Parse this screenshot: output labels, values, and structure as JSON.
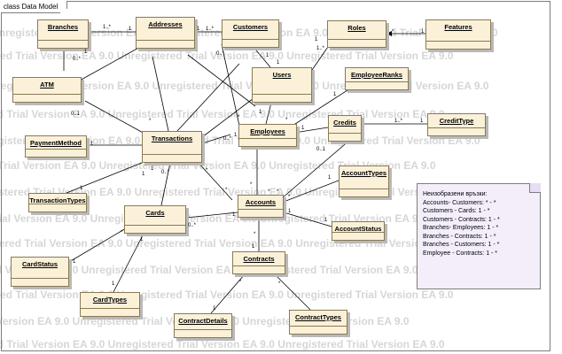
{
  "frame_title": "class Data Model",
  "watermark_text": "Unregistered Trial Version    EA 9.0 Unregistered Trial Version    EA 9.0 Unregistered Trial Version    EA 9.0",
  "classes": [
    {
      "id": "branches",
      "label": "Branches"
    },
    {
      "id": "addresses",
      "label": "Addresses"
    },
    {
      "id": "customers",
      "label": "Customers"
    },
    {
      "id": "roles",
      "label": "Roles"
    },
    {
      "id": "features",
      "label": "Features"
    },
    {
      "id": "atm",
      "label": "ATM"
    },
    {
      "id": "users",
      "label": "Users"
    },
    {
      "id": "employeeranks",
      "label": "EmployeeRanks"
    },
    {
      "id": "paymentmethod",
      "label": "PaymentMethod"
    },
    {
      "id": "transactions",
      "label": "Transactions"
    },
    {
      "id": "employees",
      "label": "Employees"
    },
    {
      "id": "credits",
      "label": "Credits"
    },
    {
      "id": "credittype",
      "label": "CreditType"
    },
    {
      "id": "accounttypes",
      "label": "AccountTypes"
    },
    {
      "id": "transactiontypes",
      "label": "TransactionTypes"
    },
    {
      "id": "cards",
      "label": "Cards"
    },
    {
      "id": "accounts",
      "label": "Accounts"
    },
    {
      "id": "accountstatus",
      "label": "AccountStatus"
    },
    {
      "id": "cardstatus",
      "label": "CardStatus"
    },
    {
      "id": "contracts",
      "label": "Contracts"
    },
    {
      "id": "cardtypes",
      "label": "CardTypes"
    },
    {
      "id": "contractdetails",
      "label": "ContractDetails"
    },
    {
      "id": "contracttypes",
      "label": "ContractTypes"
    }
  ],
  "multiplicities": [
    "1..*",
    "1",
    "1",
    "1..*",
    "1",
    "*",
    "1..*",
    "1",
    "0..*",
    "1",
    "0..*",
    "1",
    "0..1",
    "1",
    "1",
    "*",
    "1",
    "*",
    "*",
    "1",
    "0..*",
    "1",
    "1",
    "0..1",
    "1..*",
    "1",
    "0..*",
    "1",
    "1",
    "*",
    "1",
    "*",
    "*",
    "1",
    "1",
    "*",
    "1",
    "*",
    "*",
    "1",
    "0..*",
    "1",
    "*",
    "1",
    "1",
    "*",
    "1",
    "*",
    "1",
    "*"
  ],
  "note": {
    "lines": [
      "Неизобразени връзки:",
      "Accounts- Customers: * - *",
      "Customers - Cards:  1 - *",
      "Customers - Contracts: 1 - *",
      "Branches- Employees: 1 - *",
      "Branches - Contracts: 1 - *",
      "Branches - Customers: 1 - *",
      "Employee - Contracts: 1 - *"
    ]
  }
}
